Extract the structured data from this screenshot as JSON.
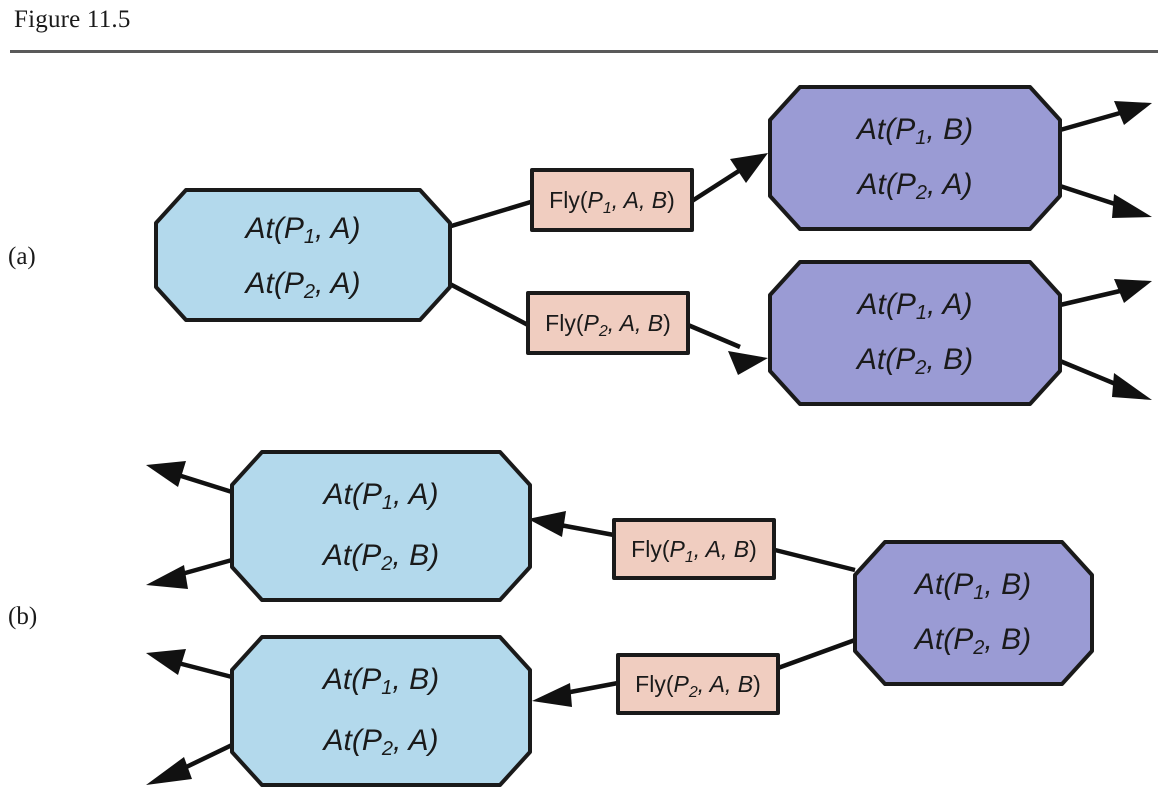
{
  "figure": {
    "caption": "Figure 11.5",
    "panels": [
      {
        "id": "a",
        "label": "(a)"
      },
      {
        "id": "b",
        "label": "(b)"
      }
    ]
  },
  "colors": {
    "state_initial_fill": "#b3d9ec",
    "state_result_fill": "#9a9bd4",
    "action_fill": "#f0cdc0",
    "outline": "#1a1a1a",
    "rule": "#5a5a5a",
    "background": "#ffffff"
  },
  "panel_a": {
    "label": "(a)",
    "start_state": {
      "name": "state-a-start",
      "fill": "#b3d9ec",
      "lines": [
        {
          "pred": "At",
          "arg1": "P",
          "sub": "1",
          "arg2": "A"
        },
        {
          "pred": "At",
          "arg1": "P",
          "sub": "2",
          "arg2": "A"
        }
      ]
    },
    "actions": [
      {
        "name": "action-a-fly-p1",
        "pred": "Fly",
        "arg1": "P",
        "sub": "1",
        "args": "A, B"
      },
      {
        "name": "action-a-fly-p2",
        "pred": "Fly",
        "arg1": "P",
        "sub": "2",
        "args": "A, B"
      }
    ],
    "result_states": [
      {
        "name": "state-a-result-1",
        "fill": "#9a9bd4",
        "lines": [
          {
            "pred": "At",
            "arg1": "P",
            "sub": "1",
            "arg2": "B"
          },
          {
            "pred": "At",
            "arg1": "P",
            "sub": "2",
            "arg2": "A"
          }
        ]
      },
      {
        "name": "state-a-result-2",
        "fill": "#9a9bd4",
        "lines": [
          {
            "pred": "At",
            "arg1": "P",
            "sub": "1",
            "arg2": "A"
          },
          {
            "pred": "At",
            "arg1": "P",
            "sub": "2",
            "arg2": "B"
          }
        ]
      }
    ],
    "flow_direction": "left-to-right"
  },
  "panel_b": {
    "label": "(b)",
    "goal_state": {
      "name": "state-b-goal",
      "fill": "#9a9bd4",
      "lines": [
        {
          "pred": "At",
          "arg1": "P",
          "sub": "1",
          "arg2": "B"
        },
        {
          "pred": "At",
          "arg1": "P",
          "sub": "2",
          "arg2": "B"
        }
      ]
    },
    "actions": [
      {
        "name": "action-b-fly-p1",
        "pred": "Fly",
        "arg1": "P",
        "sub": "1",
        "args": "A, B"
      },
      {
        "name": "action-b-fly-p2",
        "pred": "Fly",
        "arg1": "P",
        "sub": "2",
        "args": "A, B"
      }
    ],
    "predecessor_states": [
      {
        "name": "state-b-pred-1",
        "fill": "#b3d9ec",
        "lines": [
          {
            "pred": "At",
            "arg1": "P",
            "sub": "1",
            "arg2": "A"
          },
          {
            "pred": "At",
            "arg1": "P",
            "sub": "2",
            "arg2": "B"
          }
        ]
      },
      {
        "name": "state-b-pred-2",
        "fill": "#b3d9ec",
        "lines": [
          {
            "pred": "At",
            "arg1": "P",
            "sub": "1",
            "arg2": "B"
          },
          {
            "pred": "At",
            "arg1": "P",
            "sub": "2",
            "arg2": "A"
          }
        ]
      }
    ],
    "flow_direction": "right-to-left"
  }
}
